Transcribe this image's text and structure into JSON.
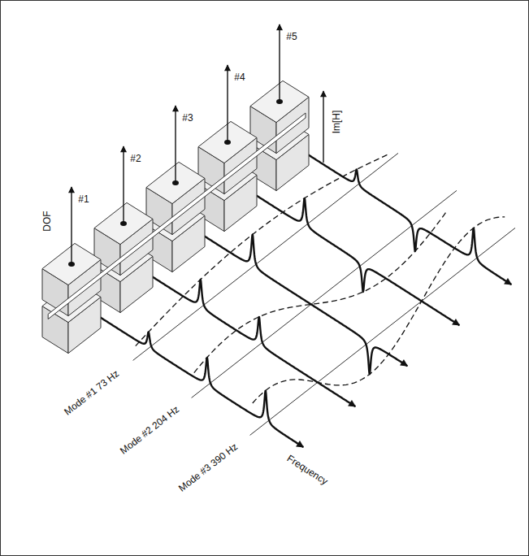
{
  "diagram": {
    "labels": [
      "#1",
      "#2",
      "#3",
      "#4",
      "#5",
      "Im[H]",
      "DOF",
      "Mode #1 73 Hz",
      "Mode #2 204 Hz",
      "Mode #3 390 Hz",
      "Frequency"
    ]
  }
}
